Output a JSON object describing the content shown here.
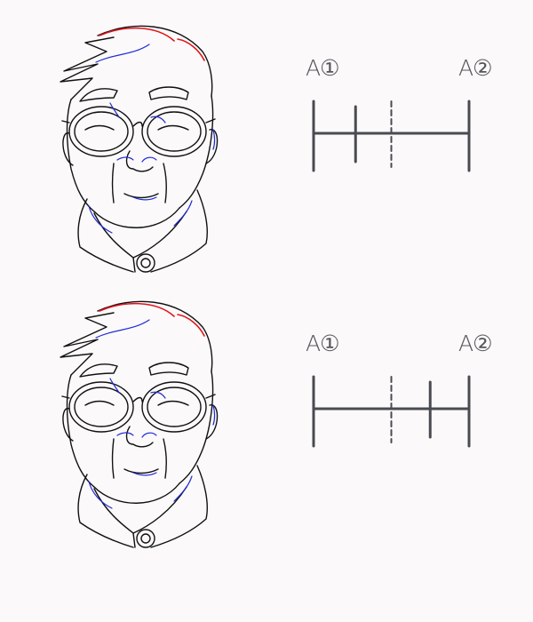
{
  "colors": {
    "background": "#fbf9fa",
    "line": "#111111",
    "key_line": "#e0141c",
    "secondary_line": "#1f2bd6",
    "timeline": "#4a4b52"
  },
  "panels": [
    {
      "label_start": "A①",
      "label_end": "A②",
      "breakdown_position": 0.5,
      "inbetween_position": 0.27
    },
    {
      "label_start": "A①",
      "label_end": "A②",
      "breakdown_position": 0.5,
      "inbetween_position": 0.75
    }
  ]
}
